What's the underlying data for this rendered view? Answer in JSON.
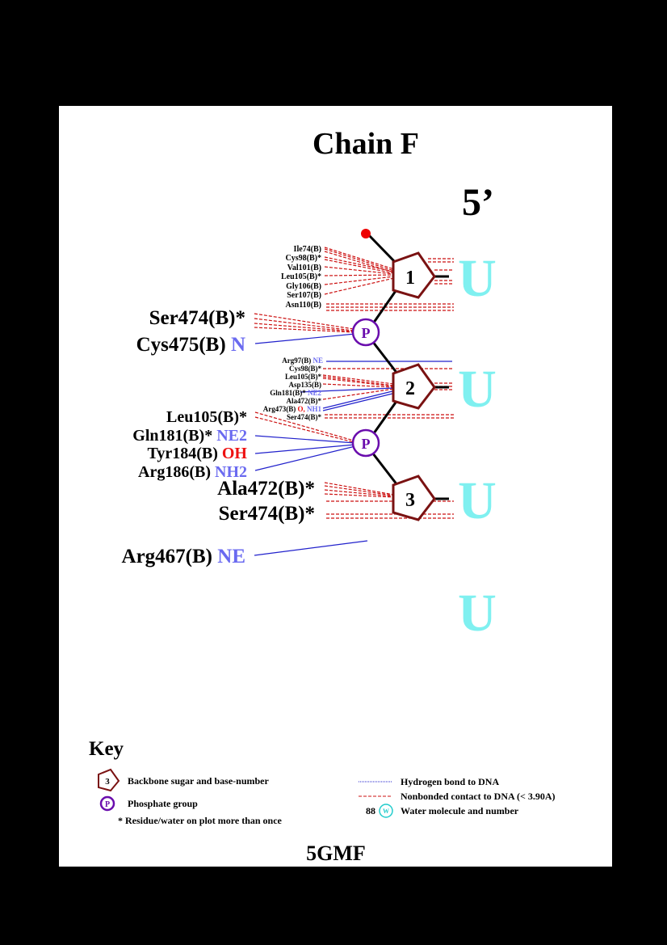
{
  "title": "Chain F",
  "five_prime": "5’",
  "pdb_id": "5GMF",
  "colors": {
    "sugar": "#7a1212",
    "phosphate": "#6a0dad",
    "hbond": "#2222cc",
    "nonbond": "#cc1111",
    "base": "#7ff0f0",
    "atom_blue": "#6a6af0",
    "atom_red": "#ee1111",
    "water": "#22cccc",
    "terminal_o": "#ee0000"
  },
  "nucleotides": [
    {
      "number": "1",
      "base": "U"
    },
    {
      "number": "2",
      "base": "U"
    },
    {
      "number": "3",
      "base": "U"
    },
    {
      "number": "",
      "base": "U"
    }
  ],
  "phosphate_label": "P",
  "sugar1_contacts": [
    "Ile74(B)",
    "Cys98(B)*",
    "Val101(B)",
    "Leu105(B)*",
    "Gly106(B)",
    "Ser107(B)",
    "Asn110(B)"
  ],
  "phos1_contacts": [
    {
      "res": "Ser474(B)*",
      "atom": ""
    },
    {
      "res": "Cys475(B)",
      "atom": "N"
    }
  ],
  "sugar2_contacts": [
    {
      "res": "Arg97(B)",
      "atom": "NE",
      "atom2": ""
    },
    {
      "res": "Cys98(B)*",
      "atom": "",
      "atom2": ""
    },
    {
      "res": "Leu105(B)*",
      "atom": "",
      "atom2": ""
    },
    {
      "res": "Asp135(B)",
      "atom": "",
      "atom2": ""
    },
    {
      "res": "Gln181(B)*",
      "atom": "NE2",
      "atom2": ""
    },
    {
      "res": "Ala472(B)*",
      "atom": "",
      "atom2": ""
    },
    {
      "res": "Arg473(B)",
      "atom": "O,",
      "atom2": "NH1"
    },
    {
      "res": "Ser474(B)*",
      "atom": "",
      "atom2": ""
    }
  ],
  "phos2_contacts": [
    {
      "res": "Leu105(B)*",
      "atom": ""
    },
    {
      "res": "Gln181(B)*",
      "atom": "NE2"
    },
    {
      "res": "Tyr184(B)",
      "atom": "OH"
    },
    {
      "res": "Arg186(B)",
      "atom": "NH2"
    }
  ],
  "sugar3_contacts": [
    "Ala472(B)*",
    "Ser474(B)*"
  ],
  "water_contact": {
    "res": "Arg467(B)",
    "atom": "NE"
  },
  "key": {
    "title": "Key",
    "sugar_number": "3",
    "sugar_label": "Backbone sugar and base-number",
    "phosphate_symbol": "P",
    "phosphate_label": "Phosphate group",
    "asterisk_label": "* Residue/water on plot more than once",
    "hbond_label": "Hydrogen bond to DNA",
    "nonbond_label": "Nonbonded contact to DNA (< 3.90A)",
    "water_number": "88",
    "water_symbol": "W",
    "water_label": "Water molecule and number"
  }
}
